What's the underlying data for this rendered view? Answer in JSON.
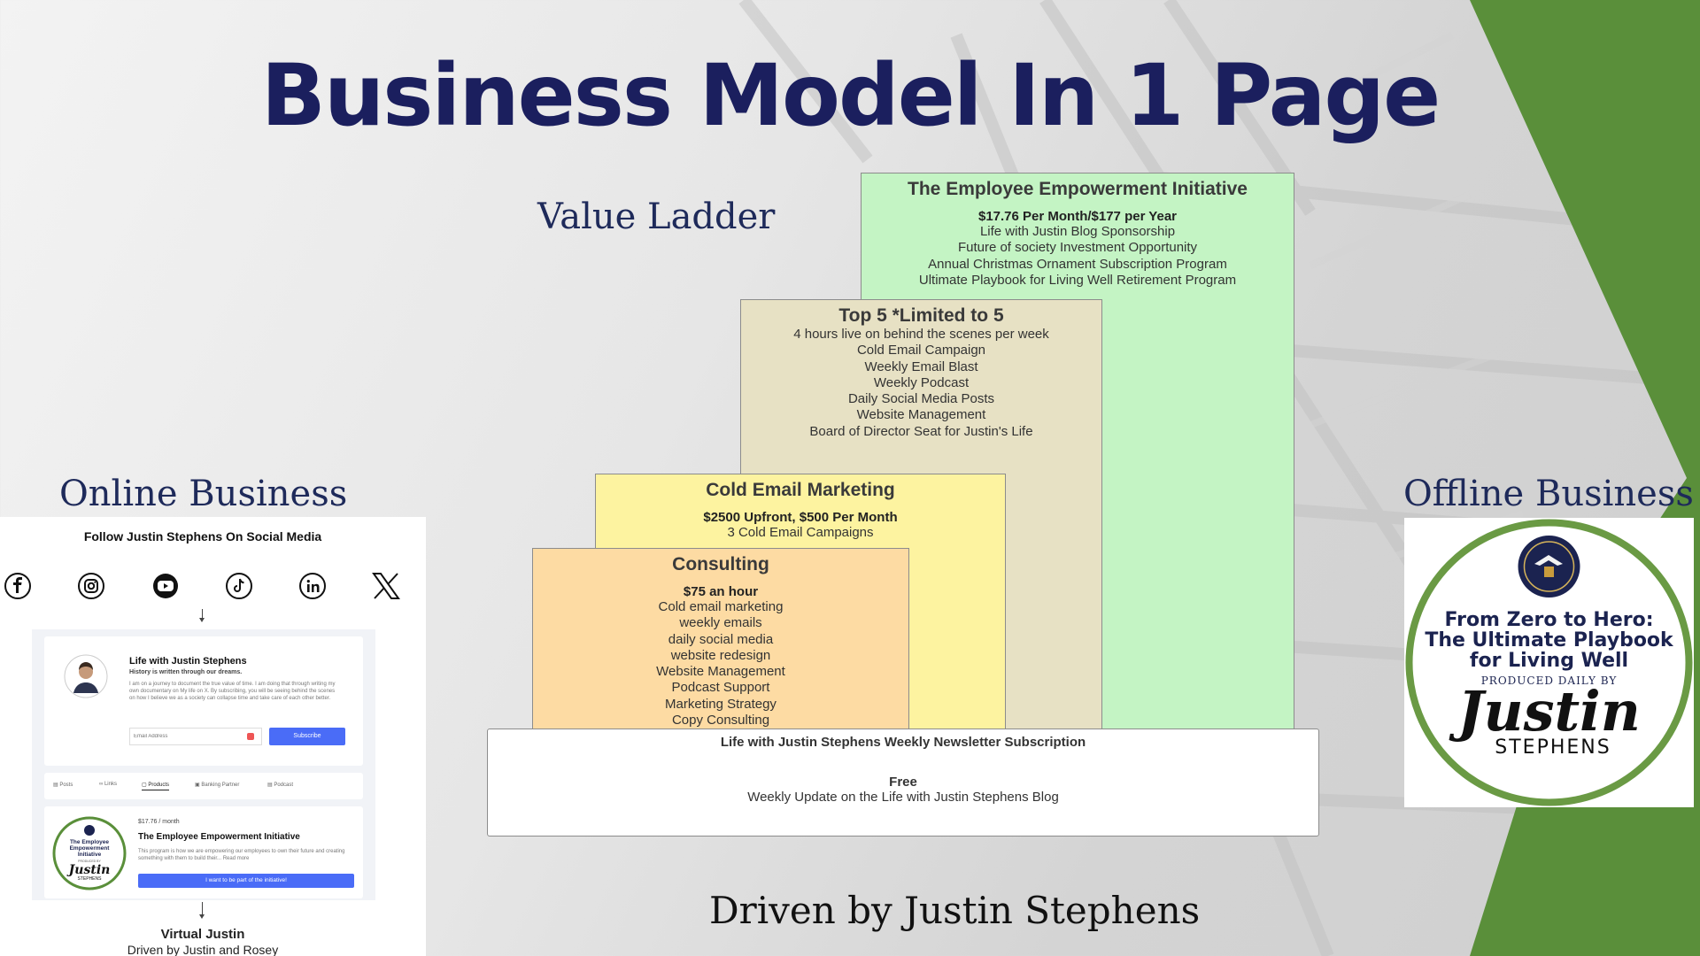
{
  "title": "Business Model In 1 Page",
  "labels": {
    "value_ladder": "Value Ladder",
    "online_business": "Online Business",
    "offline_business": "Offline Business",
    "driven_by": "Driven by Justin Stephens"
  },
  "ladder": {
    "empowerment": {
      "title": "The Employee Empowerment Initiative",
      "price": "$17.76 Per Month/$177 per Year",
      "items": [
        "Life with Justin Blog Sponsorship",
        "Future of society Investment Opportunity",
        "Annual Christmas Ornament Subscription Program",
        "Ultimate Playbook for Living Well Retirement Program"
      ]
    },
    "top5": {
      "title": "Top 5 *Limited to 5",
      "items": [
        "4 hours live on behind the scenes per week",
        "Cold Email Campaign",
        "Weekly Email Blast",
        "Weekly Podcast",
        "Daily Social Media Posts",
        "Website Management",
        "Board of Director Seat for Justin's Life"
      ]
    },
    "cold_email": {
      "title": "Cold Email Marketing",
      "price": "$2500 Upfront, $500 Per Month",
      "items": [
        "3 Cold Email Campaigns"
      ]
    },
    "consulting": {
      "title": "Consulting",
      "price": "$75 an hour",
      "items": [
        "Cold email marketing",
        "weekly emails",
        "daily social media",
        "website redesign",
        "Website Management",
        "Podcast Support",
        "Marketing Strategy",
        "Copy Consulting"
      ]
    },
    "newsletter": {
      "title": "Life with Justin Stephens Weekly Newsletter Subscription",
      "price": "Free",
      "items": [
        "Weekly Update on the Life with Justin Stephens Blog"
      ]
    }
  },
  "online": {
    "social_heading": "Follow Justin Stephens On Social Media",
    "icons": [
      "facebook-icon",
      "instagram-icon",
      "youtube-icon",
      "tiktok-icon",
      "linkedin-icon",
      "x-icon"
    ],
    "blog_card": {
      "title": "Life with Justin Stephens",
      "subtitle": "History is written through our dreams.",
      "body": "I am on a journey to document the true value of time. I am doing that through writing my own documentary on My life on X. By subscribing, you will be seeing behind the scenes on how I believe we as a society can collapse time and take care of each other better.",
      "email_placeholder": "Email Address",
      "subscribe_label": "Subscribe"
    },
    "tabs": [
      "Posts",
      "Links",
      "Products",
      "Banking Partner",
      "Podcast"
    ],
    "product_card": {
      "price": "$17.76 / month",
      "title": "The Employee Empowerment Initiative",
      "body": "This program is how we are empowering our employees to own their future and creating something with them to build their... Read more",
      "cta": "I want to be part of the initiative!",
      "logo_lines": [
        "The Employee",
        "Empowerment",
        "Initiative"
      ],
      "logo_small": "PRODUCED BY",
      "logo_name": "Justin",
      "logo_surname": "STEPHENS"
    },
    "virtual_title": "Virtual Justin",
    "virtual_sub": "Driven by Justin and Rosey"
  },
  "offline": {
    "line1": "From Zero to Hero:",
    "line2": "The Ultimate Playbook",
    "line3": "for Living Well",
    "produced": "PRODUCED DAILY BY",
    "signature": "Justin",
    "surname": "STEPHENS"
  },
  "colors": {
    "title": "#1b1f5e",
    "green": "#5a8f3a",
    "empowerment_bg": "#c4f4c4",
    "top5_bg": "#e7e1c4",
    "cold_bg": "#fdf3a0",
    "consulting_bg": "#fddba3",
    "subscribe_blue": "#4a6cf7"
  }
}
